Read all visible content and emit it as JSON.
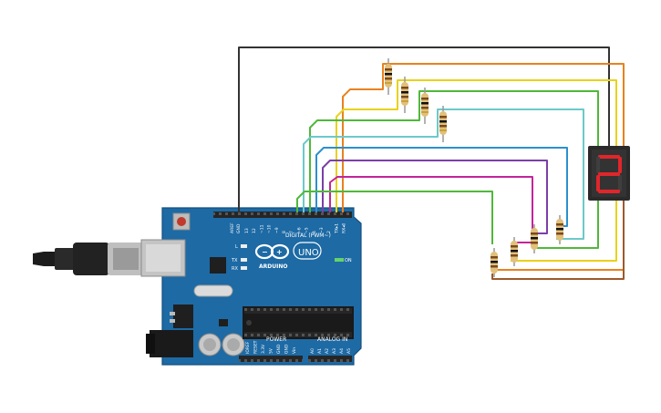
{
  "board": {
    "digital_label": "DIGITAL (PWM~)",
    "uno_label": "UNO",
    "brand_label": "ARDUINO",
    "power_label": "POWER",
    "analog_label": "ANALOG IN",
    "on_label": "ON",
    "l_label": "L",
    "tx_label": "TX",
    "rx_label": "RX",
    "aref_label": "AREF",
    "gnd_label": "GND",
    "digital_pins": [
      "13",
      "12",
      "~11",
      "~10",
      "~9",
      "8",
      "7",
      "~6",
      "~5",
      "4",
      "~3",
      "2",
      "TX▸1",
      "RX◂0"
    ],
    "power_pins": [
      "IOREF",
      "RESET",
      "3.3V",
      "5V",
      "GND",
      "GND",
      "Vin"
    ],
    "analog_pins": [
      "A0",
      "A1",
      "A2",
      "A3",
      "A4",
      "A5"
    ]
  },
  "display": {
    "digit": "2",
    "segment_color": "#e0262b",
    "body_color": "#2a2a2a"
  },
  "wire_colors": {
    "black": "#333333",
    "orange": "#e8821e",
    "yellow": "#e8d21a",
    "green": "#4fb83b",
    "cyan": "#6cc9c9",
    "blue": "#2c8fcf",
    "purple": "#7b3fa6",
    "magenta": "#c2259a",
    "brown": "#9b5a2c"
  },
  "colors": {
    "board": "#1d6aa5",
    "board_edge": "#14507e",
    "header": "#262626",
    "resistor": "#e2c07a"
  }
}
